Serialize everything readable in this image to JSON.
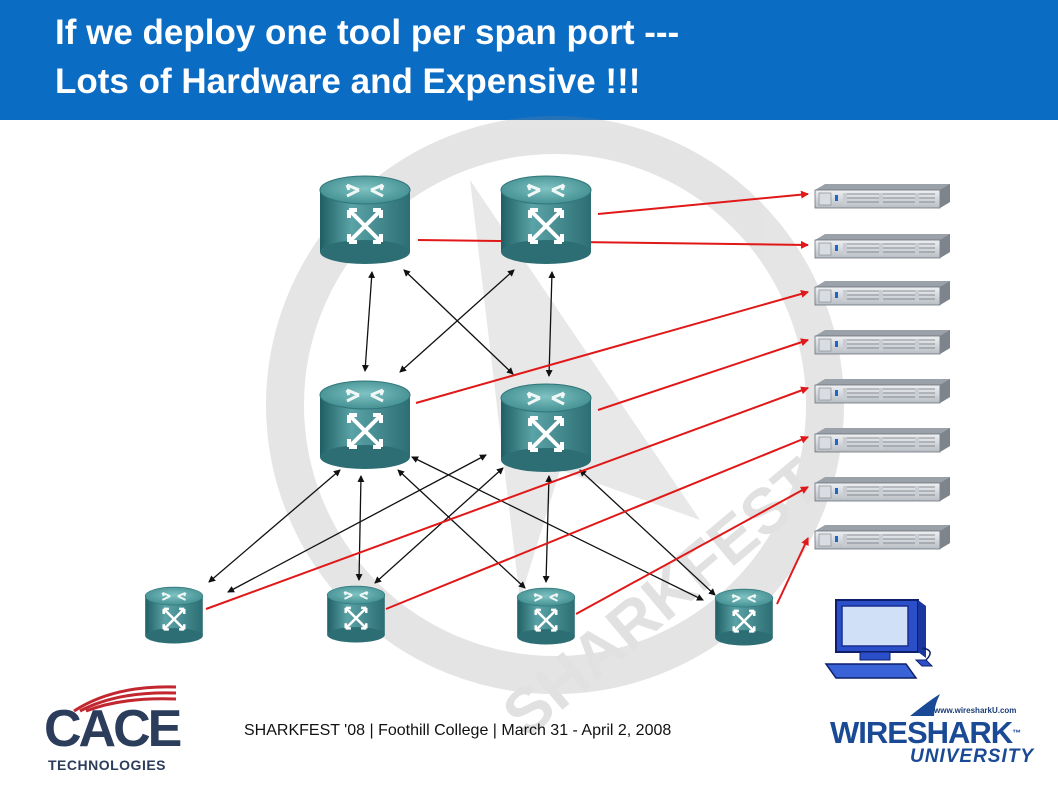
{
  "title": {
    "line1": "If we deploy one tool per span port ---",
    "line2": "Lots of Hardware and Expensive !!!"
  },
  "watermark_text": "SHARKFEST",
  "footer": {
    "text": "SHARKFEST '08  |  Foothill College  |  March 31 - April 2, 2008"
  },
  "logo_left": {
    "name": "CACE",
    "sub": "TECHNOLOGIES"
  },
  "logo_right": {
    "url": "www.wiresharkU.com",
    "word_a": "WIRE",
    "word_b": "SHARK",
    "tm": "™",
    "sub": "UNIVERSITY"
  },
  "colors": {
    "title_bar": "#0b6cc4",
    "span_link": "#e01818",
    "switch_link": "#111111"
  },
  "icons": {
    "router": "router-icon",
    "server": "rack-server-icon",
    "workstation": "workstation-icon"
  }
}
